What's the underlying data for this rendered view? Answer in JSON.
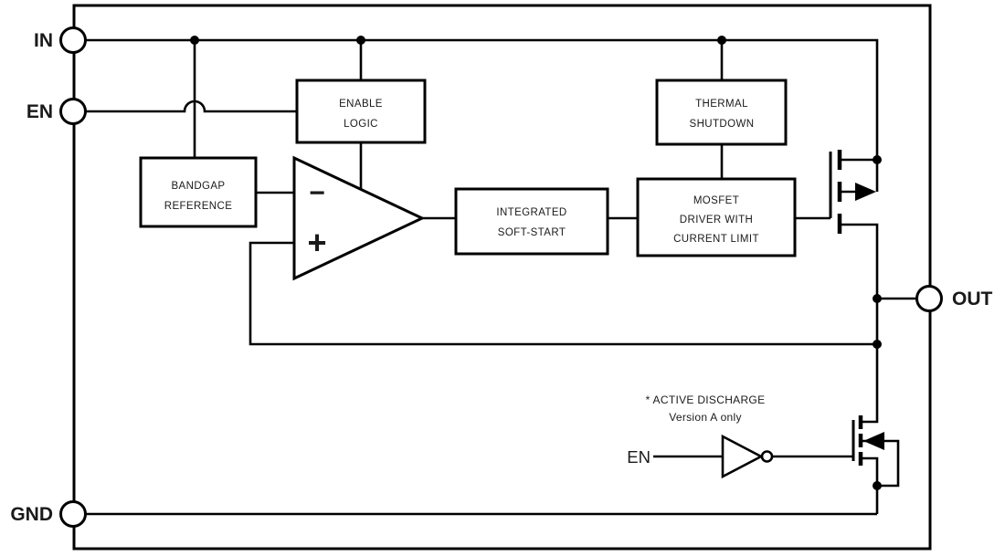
{
  "colors": {
    "line": "#000000",
    "text": "#1a1a1a",
    "background": "#ffffff"
  },
  "pins": {
    "in": {
      "label": "IN"
    },
    "en": {
      "label": "EN"
    },
    "gnd": {
      "label": "GND"
    },
    "out": {
      "label": "OUT"
    }
  },
  "blocks": {
    "enable_logic": {
      "line1": "ENABLE",
      "line2": "LOGIC"
    },
    "thermal_shutdown": {
      "line1": "THERMAL",
      "line2": "SHUTDOWN"
    },
    "bandgap_reference": {
      "line1": "BANDGAP",
      "line2": "REFERENCE"
    },
    "integrated_soft_start": {
      "line1": "INTEGRATED",
      "line2": "SOFT-START"
    },
    "mosfet_driver": {
      "line1": "MOSFET",
      "line2": "DRIVER WITH",
      "line3": "CURRENT LIMIT"
    }
  },
  "error_amplifier": {
    "inverting_input": "−",
    "noninverting_input": "+"
  },
  "active_discharge": {
    "note_line1": "* ACTIVE DISCHARGE",
    "note_line2": "Version A only",
    "input_label": "EN"
  }
}
